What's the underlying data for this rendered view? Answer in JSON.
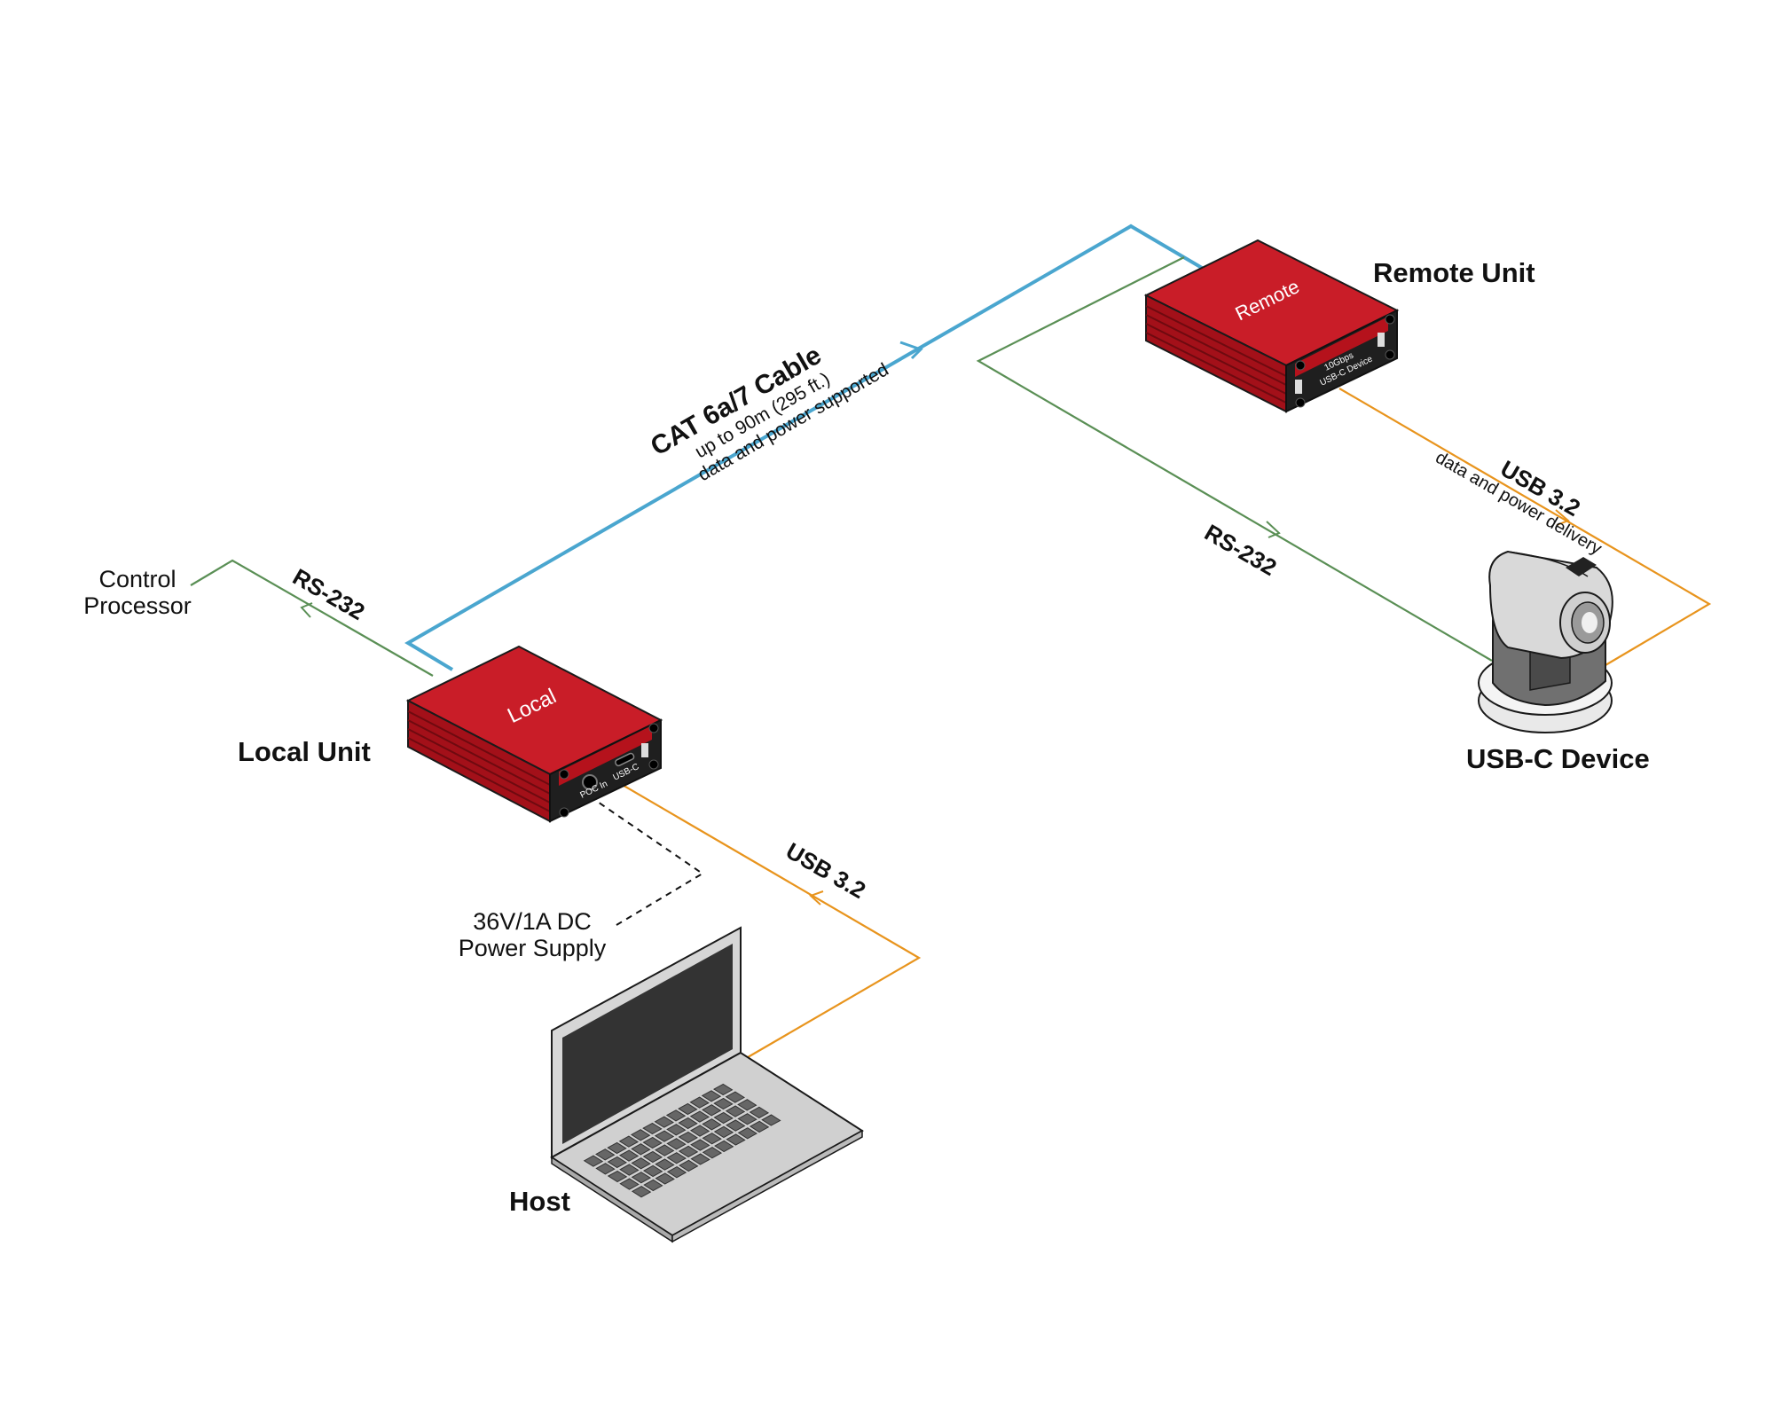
{
  "devices": {
    "local": {
      "name": "Local Unit",
      "panel_label": "Local",
      "port_poc": "POC In",
      "port_usb": "USB-C"
    },
    "remote": {
      "name": "Remote Unit",
      "panel_label": "Remote",
      "port_speed": "10Gbps",
      "port_usb": "USB-C Device"
    },
    "usb_device": {
      "name": "USB-C Device"
    },
    "host": {
      "name": "Host"
    },
    "control": {
      "line1": "Control",
      "line2": "Processor"
    },
    "power": {
      "line1": "36V/1A DC",
      "line2": "Power Supply"
    }
  },
  "links": {
    "cat": {
      "title": "CAT 6a/7 Cable",
      "line2": "up to 90m (295 ft.)",
      "line3": "data and power supported"
    },
    "usb_remote": {
      "title": "USB 3.2",
      "sub": "data and power delivery"
    },
    "usb_local": {
      "title": "USB 3.2"
    },
    "rs232_local": {
      "title": "RS-232"
    },
    "rs232_remote": {
      "title": "RS-232"
    }
  },
  "colors": {
    "cat_cable": "#4aa6cf",
    "rs232": "#5a8f55",
    "usb": "#e8941d",
    "unit_red": "#c0121f",
    "unit_dark": "#8e0d17"
  }
}
